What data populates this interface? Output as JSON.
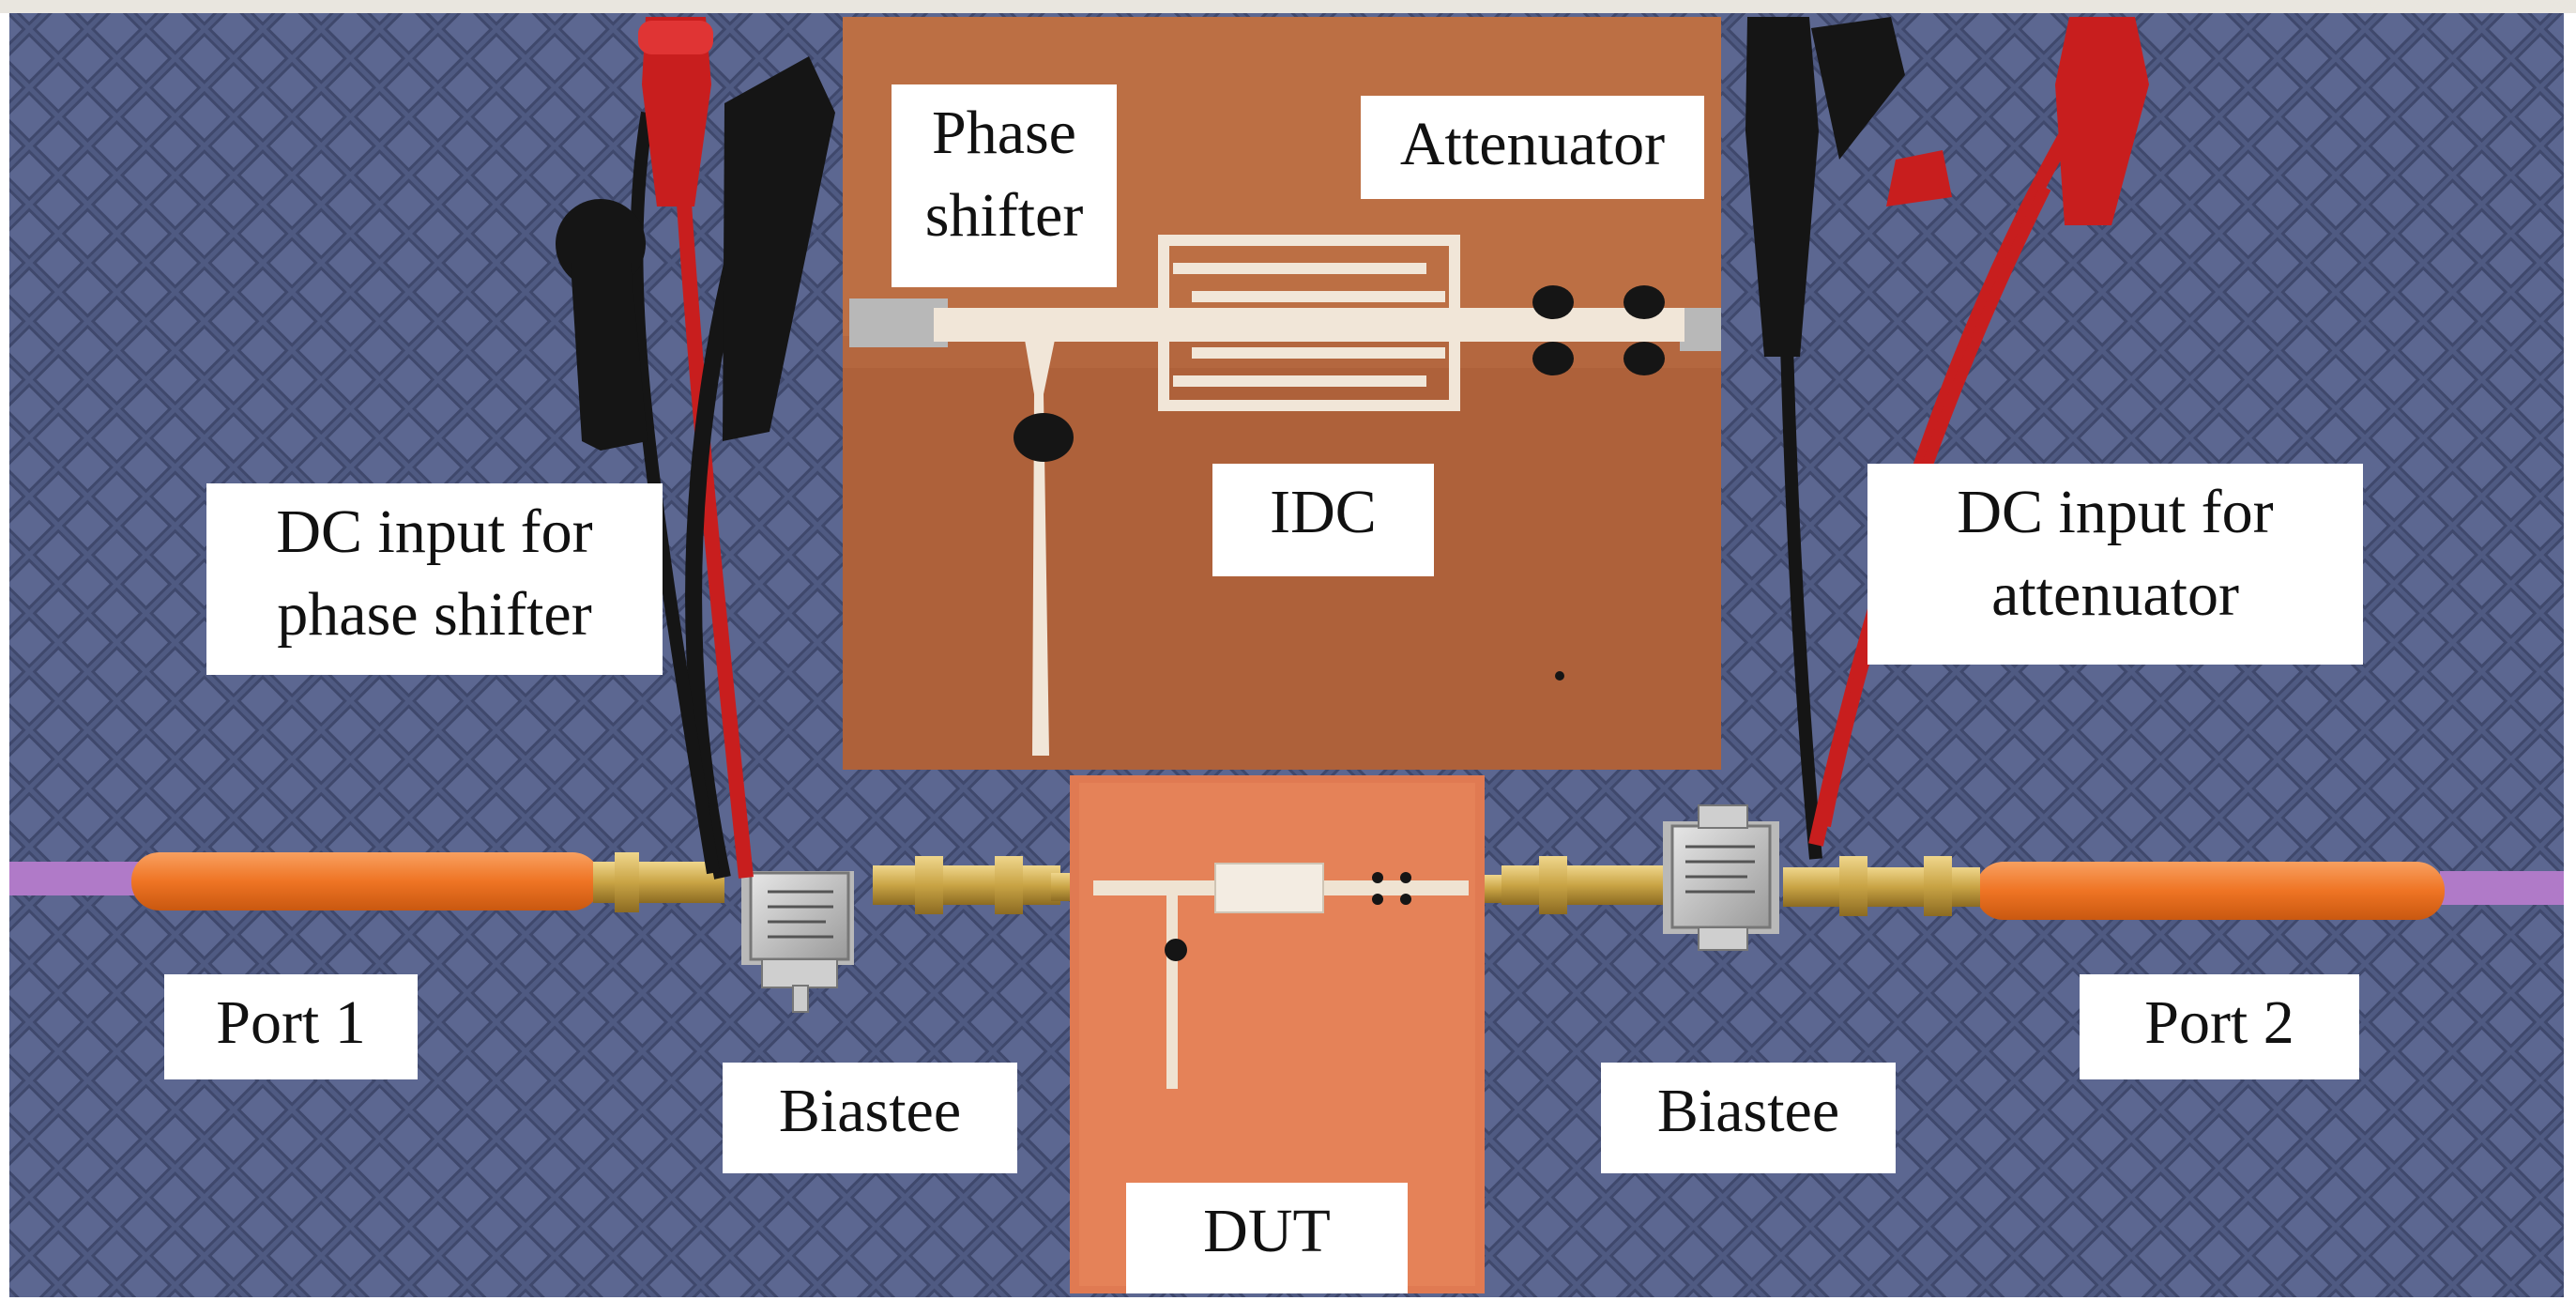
{
  "photo": {
    "labels": {
      "phase_shifter": "Phase\nshifter",
      "attenuator": "Attenuator",
      "idc": "IDC",
      "dc_input_phase": "DC input for\nphase shifter",
      "dc_input_attenuator": "DC input for\nattenuator",
      "port1": "Port 1",
      "port2": "Port 2",
      "biastee_left": "Biastee",
      "biastee_right": "Biastee",
      "dut": "DUT"
    }
  },
  "colors": {
    "mat": "#4f5a82",
    "pcb": "#b4673f",
    "cable_orange": "#f07a2c",
    "cable_purple": "#b07ac8",
    "probe_red": "#c81e1e",
    "probe_black": "#151515",
    "brass": "#c9a445"
  }
}
